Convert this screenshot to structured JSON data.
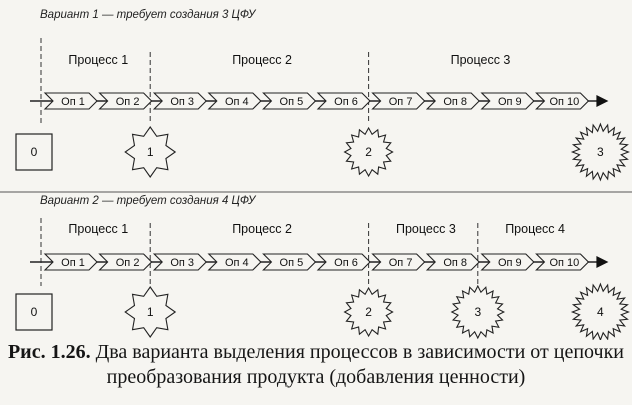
{
  "variants": [
    {
      "title": "Вариант 1 — требует создания 3 ЦФУ",
      "processes": [
        {
          "label": "Процесс 1",
          "from_op": 1,
          "to_op": 2
        },
        {
          "label": "Процесс 2",
          "from_op": 3,
          "to_op": 6
        },
        {
          "label": "Процесс 3",
          "from_op": 7,
          "to_op": 10
        }
      ],
      "operations": [
        "Оп 1",
        "Оп 2",
        "Оп 3",
        "Оп 4",
        "Оп 5",
        "Оп 6",
        "Оп 7",
        "Оп 8",
        "Оп 9",
        "Оп 10"
      ],
      "milestones": [
        {
          "label": "0",
          "shape": "square",
          "after_op": 0
        },
        {
          "label": "1",
          "shape": "star8",
          "after_op": 2
        },
        {
          "label": "2",
          "shape": "star16",
          "after_op": 6
        },
        {
          "label": "3",
          "shape": "star24",
          "after_op": 10
        }
      ]
    },
    {
      "title": "Вариант 2 — требует создания 4 ЦФУ",
      "processes": [
        {
          "label": "Процесс 1",
          "from_op": 1,
          "to_op": 2
        },
        {
          "label": "Процесс 2",
          "from_op": 3,
          "to_op": 6
        },
        {
          "label": "Процесс 3",
          "from_op": 7,
          "to_op": 8
        },
        {
          "label": "Процесс 4",
          "from_op": 9,
          "to_op": 10
        }
      ],
      "operations": [
        "Оп 1",
        "Оп 2",
        "Оп 3",
        "Оп 4",
        "Оп 5",
        "Оп 6",
        "Оп 7",
        "Оп 8",
        "Оп 9",
        "Оп 10"
      ],
      "milestones": [
        {
          "label": "0",
          "shape": "square",
          "after_op": 0
        },
        {
          "label": "1",
          "shape": "star8",
          "after_op": 2
        },
        {
          "label": "2",
          "shape": "star16",
          "after_op": 6
        },
        {
          "label": "3",
          "shape": "star20",
          "after_op": 8
        },
        {
          "label": "4",
          "shape": "star24",
          "after_op": 10
        }
      ]
    }
  ],
  "caption": {
    "number": "Рис. 1.26.",
    "text": "Два варианта выделения процессов в зависимости от цепочки преобразования продукта (добавления ценности)"
  }
}
